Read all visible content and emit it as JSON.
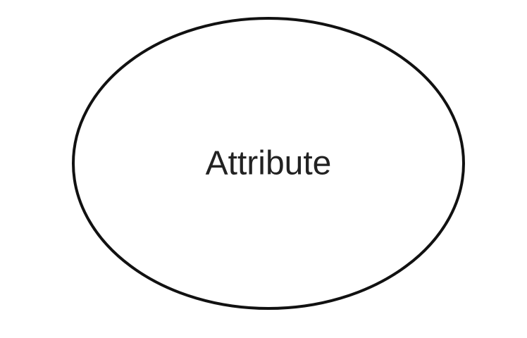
{
  "diagram": {
    "type": "entity-relationship",
    "shapes": [
      {
        "kind": "ellipse",
        "role": "attribute",
        "label": "Attribute",
        "fill": "#ffffff",
        "stroke": "#111111",
        "text_color": "#222222"
      }
    ]
  }
}
